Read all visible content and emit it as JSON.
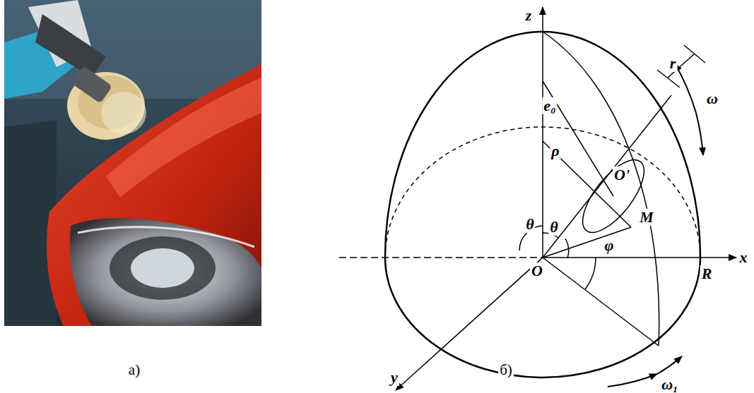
{
  "diagram": {
    "labels": [
      "z",
      "r",
      "e₀",
      "ω",
      "ρ",
      "O'",
      "θ",
      "θ",
      "M",
      "O",
      "φ",
      "R",
      "x",
      "y",
      "ω₁",
      "а)",
      "б)"
    ]
  }
}
